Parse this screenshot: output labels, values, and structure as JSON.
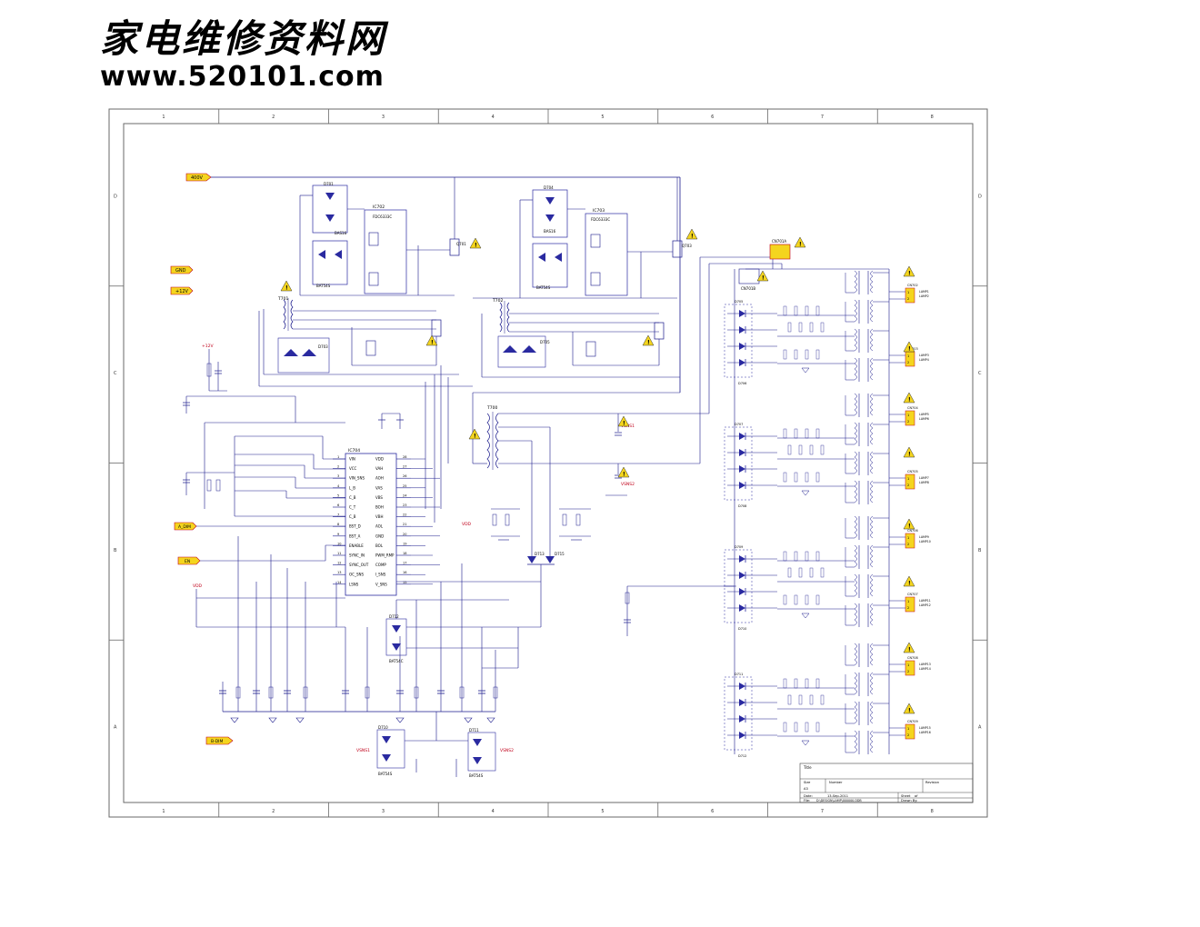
{
  "watermark": {
    "title_cn": "家电维修资料网",
    "url": "www.520101.com"
  },
  "frame": {
    "col_labels": [
      "1",
      "2",
      "3",
      "4",
      "5",
      "6",
      "7",
      "8"
    ],
    "row_labels": [
      "D",
      "C",
      "B",
      "A"
    ]
  },
  "ports": {
    "v400": "400V",
    "gnd": "GND",
    "v12": "+12V",
    "v12b": "+12V",
    "a_dim": "A_DIM",
    "en": "EN",
    "vdd": "VDD",
    "burst": "B-DIM",
    "vsns": "VSNS1",
    "vsns2": "VSNS2"
  },
  "ic_main": {
    "ref": "IC704",
    "left_pins": [
      "VIN",
      "VCC",
      "VIN_SNS",
      "L_B",
      "C_B",
      "C_T",
      "C_B",
      "BST_D",
      "BST_A",
      "ENABLE",
      "SYNC_IN",
      "SYNC_OUT",
      "OC_SNS",
      "LSNS"
    ],
    "right_pins": [
      "VDD",
      "VAH",
      "AOH",
      "VAS",
      "VBS",
      "BOH",
      "VBH",
      "AOL",
      "GND",
      "BOL",
      "PWM_RMP",
      "COMP",
      "I_SNS",
      "V_SNS"
    ],
    "left_nums": [
      "1",
      "2",
      "3",
      "4",
      "5",
      "6",
      "7",
      "8",
      "9",
      "10",
      "11",
      "12",
      "13",
      "14"
    ],
    "right_nums": [
      "28",
      "27",
      "26",
      "25",
      "24",
      "23",
      "22",
      "21",
      "20",
      "19",
      "18",
      "17",
      "16",
      "15"
    ]
  },
  "half_bridge": [
    {
      "ic": "IC702",
      "part": "FDC6333C",
      "diode": "BAS16",
      "zener": "BAT54S",
      "q": "Q701",
      "t": "T701"
    },
    {
      "ic": "IC703",
      "part": "FDC6333C",
      "diode": "BAS16",
      "zener": "BAT54S",
      "q": "Q703",
      "t": "T702"
    }
  ],
  "transformer_main": "T700",
  "connectors": [
    "CN701A",
    "CN701B",
    "CN702",
    "CN703",
    "CN704",
    "CN705",
    "CN706",
    "CN707",
    "CN708",
    "CN709"
  ],
  "lamps": [
    "LAMP1",
    "LAMP2",
    "LAMP3",
    "LAMP4",
    "LAMP5",
    "LAMP6",
    "LAMP7",
    "LAMP8",
    "LAMP9",
    "LAMP10",
    "LAMP11",
    "LAMP12",
    "LAMP13",
    "LAMP14",
    "LAMP15",
    "LAMP16"
  ],
  "diode_arrays": [
    "D705",
    "D706",
    "D707",
    "D708",
    "D709",
    "D710",
    "D711",
    "D712"
  ],
  "title_block": {
    "title": "Title",
    "size_label": "Size",
    "size": "A3",
    "number_label": "Number",
    "revision_label": "Revision",
    "date_label": "Date:",
    "date": "13-Sep-2011",
    "sheet_label": "Sheet",
    "of_label": "of",
    "file_label": "File:",
    "file": "D:\\DESIGN\\LAMP\\000000.DDB",
    "drawn_label": "Drawn By:"
  },
  "colors": {
    "wire": "#1a1a8c",
    "part": "#2a2aa0",
    "red": "#c0001a",
    "yellow": "#f4d51e",
    "frame": "#6a6a6a"
  }
}
